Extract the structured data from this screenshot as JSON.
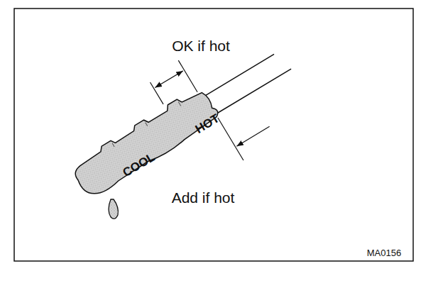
{
  "diagram": {
    "labels": [
      "OK if hot",
      "COOL",
      "HOT",
      "Add if hot",
      "MA0156"
    ]
  }
}
